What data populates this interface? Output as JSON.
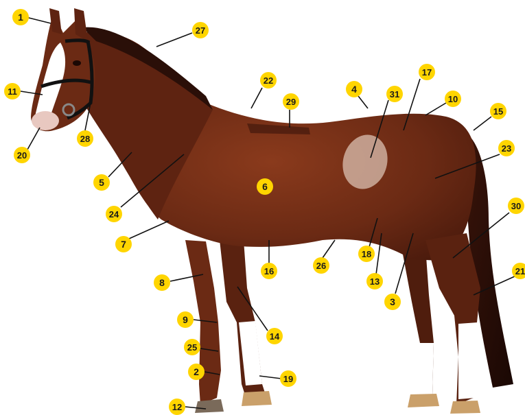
{
  "figure": {
    "badge_color": "#ffd500",
    "badge_text_color": "#1a1a1a",
    "leader_color": "#111111",
    "horse_coat_color": "#6b2a14",
    "horse_mane_color": "#2a0f08",
    "marking_color": "#ffffff",
    "hoof_color": "#caa06a",
    "highlight_region_color": "#e9d6c8",
    "labels": [
      {
        "id": "1"
      },
      {
        "id": "27"
      },
      {
        "id": "11"
      },
      {
        "id": "28"
      },
      {
        "id": "20"
      },
      {
        "id": "22"
      },
      {
        "id": "29"
      },
      {
        "id": "4"
      },
      {
        "id": "31"
      },
      {
        "id": "17"
      },
      {
        "id": "10"
      },
      {
        "id": "15"
      },
      {
        "id": "23"
      },
      {
        "id": "5"
      },
      {
        "id": "6"
      },
      {
        "id": "24"
      },
      {
        "id": "7"
      },
      {
        "id": "30"
      },
      {
        "id": "18"
      },
      {
        "id": "13"
      },
      {
        "id": "16"
      },
      {
        "id": "26"
      },
      {
        "id": "3"
      },
      {
        "id": "21"
      },
      {
        "id": "8"
      },
      {
        "id": "9"
      },
      {
        "id": "14"
      },
      {
        "id": "25"
      },
      {
        "id": "2"
      },
      {
        "id": "19"
      },
      {
        "id": "12"
      }
    ]
  }
}
